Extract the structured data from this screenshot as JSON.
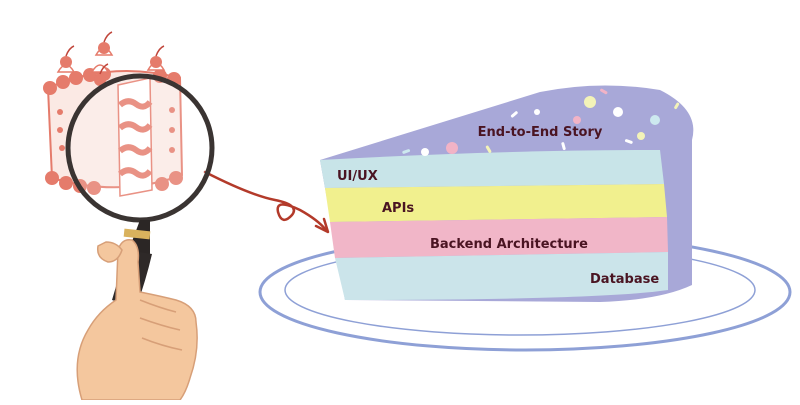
{
  "slice": {
    "topping_label": "End-to-End Story",
    "layers": [
      {
        "label": "UI/UX",
        "color": "#c8e4e8"
      },
      {
        "label": "APIs",
        "color": "#f1f08e"
      },
      {
        "label": "Backend Architecture",
        "color": "#f1b6c8"
      },
      {
        "label": "Database",
        "color": "#cbe4ea"
      }
    ]
  },
  "colors": {
    "frosting": "#a8a8d8",
    "plate_line": "#8ea0d6",
    "label_text": "#4a1422",
    "cake_red": "#e57b6b",
    "arrow": "#b33a2a",
    "skin": "#f4c79e"
  },
  "illustration": {
    "magnifier": "magnifying-glass-icon",
    "whole_cake": "cake-icon",
    "hand": "hand-icon"
  }
}
